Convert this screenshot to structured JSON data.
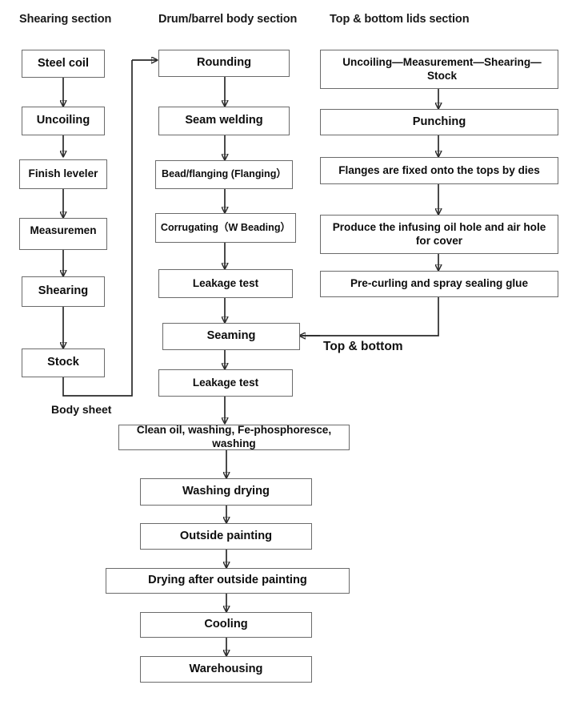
{
  "diagram": {
    "title": "Steel drum / barrel manufacturing process flowchart",
    "sections": [
      {
        "id": "shearing",
        "label": "Shearing section"
      },
      {
        "id": "body",
        "label": "Drum/barrel body section"
      },
      {
        "id": "lids",
        "label": "Top & bottom lids section"
      }
    ],
    "columns": {
      "shearing": {
        "nodes": [
          {
            "id": "steel-coil",
            "label": "Steel coil"
          },
          {
            "id": "uncoiling",
            "label": "Uncoiling"
          },
          {
            "id": "finish-leveler",
            "label": "Finish leveler"
          },
          {
            "id": "measurement",
            "label": "Measuremen"
          },
          {
            "id": "shearing",
            "label": "Shearing"
          },
          {
            "id": "stock",
            "label": "Stock"
          }
        ]
      },
      "body": {
        "nodes": [
          {
            "id": "rounding",
            "label": "Rounding"
          },
          {
            "id": "seam-welding",
            "label": "Seam welding"
          },
          {
            "id": "bead-flanging",
            "label": "Bead/flanging (Flanging）"
          },
          {
            "id": "corrugating",
            "label": "Corrugating（W Beading）"
          },
          {
            "id": "leakage-test-1",
            "label": "Leakage test"
          },
          {
            "id": "seaming",
            "label": "Seaming"
          },
          {
            "id": "leakage-test-2",
            "label": "Leakage test"
          }
        ]
      },
      "lids": {
        "nodes": [
          {
            "id": "uncoiling-measurement-shearing-stock",
            "label": "Uncoiling—Measurement—Shearing—Stock"
          },
          {
            "id": "punching",
            "label": "Punching"
          },
          {
            "id": "flanges-fixed",
            "label": "Flanges are fixed onto the tops by dies"
          },
          {
            "id": "produce-holes",
            "label": "Produce the infusing oil hole and air hole for cover"
          },
          {
            "id": "pre-curling",
            "label": "Pre-curling and spray sealing glue"
          }
        ]
      },
      "finishing": {
        "nodes": [
          {
            "id": "clean-oil",
            "label": "Clean oil, washing, Fe-phosphoresce, washing"
          },
          {
            "id": "washing-drying",
            "label": "Washing drying"
          },
          {
            "id": "outside-painting",
            "label": "Outside painting"
          },
          {
            "id": "drying-after-painting",
            "label": "Drying after outside painting"
          },
          {
            "id": "cooling",
            "label": "Cooling"
          },
          {
            "id": "warehousing",
            "label": "Warehousing"
          }
        ]
      }
    },
    "edge_labels": [
      {
        "id": "body-sheet",
        "label": "Body sheet"
      },
      {
        "id": "top-bottom",
        "label": "Top & bottom"
      }
    ],
    "colors": {
      "box_border": "#6b6b6b",
      "wire": "#2a2a2a",
      "text": "#0d0d0d",
      "background": "#ffffff"
    }
  }
}
